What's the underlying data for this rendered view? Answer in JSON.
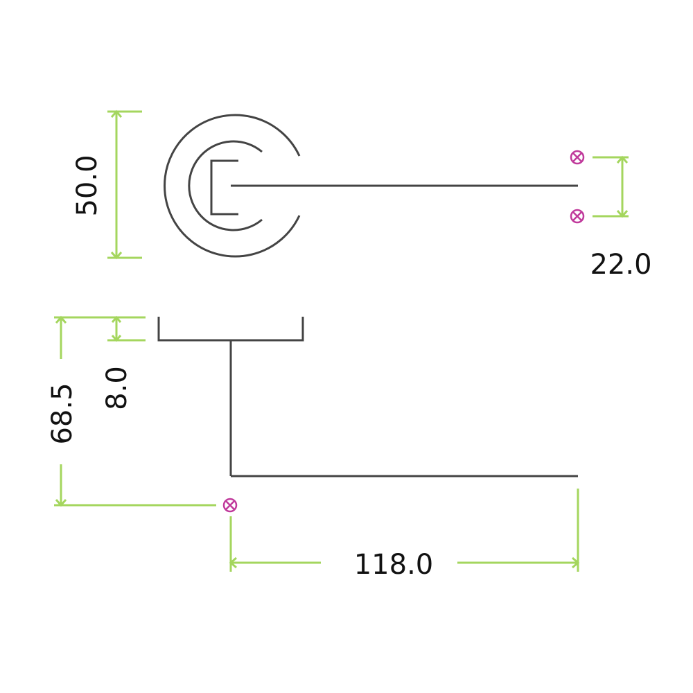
{
  "colors": {
    "outline": "#444444",
    "dimension": "#a4d65e",
    "marker": "#c0399b",
    "text": "#111111",
    "background": "#ffffff"
  },
  "icons": {
    "fixing_point": "fixing-point-icon"
  },
  "dimensions": {
    "rose_diameter": "50.0",
    "fixing_spacing": "22.0",
    "projection": "68.5",
    "rose_depth": "8.0",
    "lever_length": "118.0"
  }
}
